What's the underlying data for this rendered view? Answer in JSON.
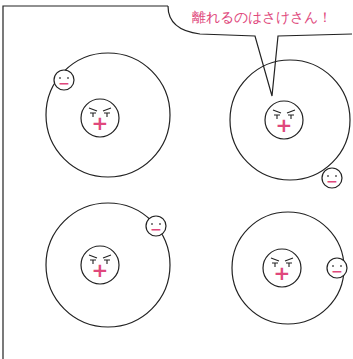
{
  "diagram": {
    "nodes": [
      {
        "text": [
          "離れるのはさけさん！"
        ]
      },
      {
        "text": [
          "+"
        ]
      },
      {
        "text": [
          "−"
        ]
      },
      {
        "text": [
          "+"
        ]
      },
      {
        "text": [
          "−"
        ]
      },
      {
        "text": [
          "+"
        ]
      },
      {
        "text": [
          "−"
        ]
      },
      {
        "text": [
          "+"
        ]
      },
      {
        "text": [
          "−"
        ]
      }
    ]
  }
}
